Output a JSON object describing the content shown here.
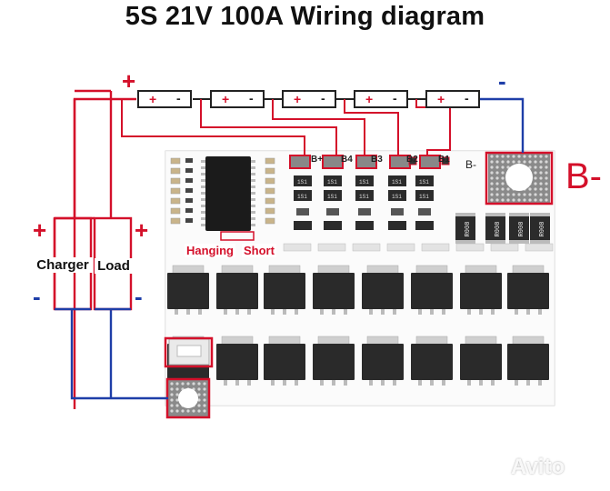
{
  "title": "5S 21V 100A Wiring diagram",
  "battery_signs": {
    "plus": "+",
    "minus": "-"
  },
  "pack_terminals": {
    "positive": "+",
    "negative": "-"
  },
  "devices": [
    {
      "id": "charger",
      "label": "Charger",
      "plus": "+",
      "minus": "-"
    },
    {
      "id": "load",
      "label": "Load",
      "plus": "+",
      "minus": "-"
    }
  ],
  "board": {
    "pins": [
      "B+",
      "B4",
      "B3",
      "B2",
      "B1"
    ],
    "neg_pin_label": "B-",
    "hanging_label": "Hanging",
    "short_label": "Short",
    "b_minus_callout": "B-",
    "resistor_codes": [
      "R008",
      "R008",
      "R008",
      "R008"
    ],
    "chip_code": "1S1"
  },
  "watermark": "Avito",
  "colors": {
    "positive": "#d4102a",
    "negative": "#1e3ea8",
    "board": "#ffffff",
    "mosfet": "#2a2a2a"
  }
}
